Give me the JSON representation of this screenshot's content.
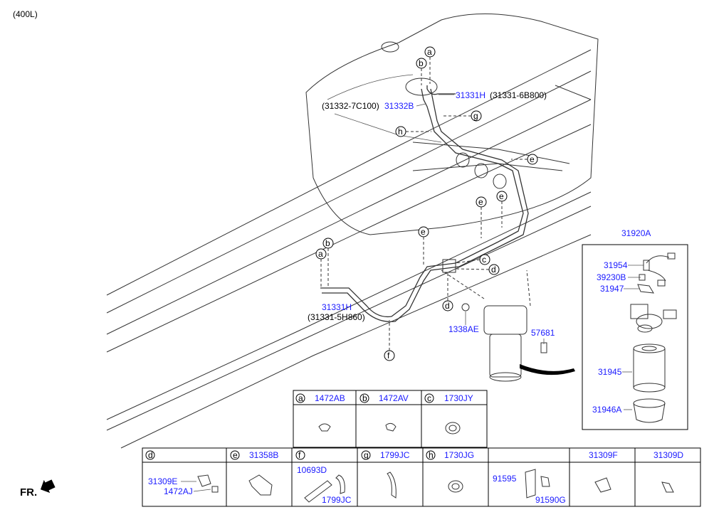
{
  "header": {
    "variant": "(400L)"
  },
  "pipes": [
    {
      "part_no": "31331H",
      "ref_no": "(31331-6B800)"
    },
    {
      "part_no": "31332B",
      "ref_no": "(31332-7C100)"
    },
    {
      "part_no": "31331H",
      "ref_no": "(31331-5H860)"
    }
  ],
  "assembly": {
    "title": "31920A",
    "parts": [
      "31954",
      "39230B",
      "31947",
      "31945",
      "31946A"
    ]
  },
  "filter_labels": {
    "bolt": "1338AE",
    "nut": "57681"
  },
  "markers": {
    "a": "a",
    "b": "b",
    "c": "c",
    "d": "d",
    "e": "e",
    "f": "f",
    "g": "g",
    "h": "h"
  },
  "legend_top": [
    {
      "letter": "a",
      "part": "1472AB"
    },
    {
      "letter": "b",
      "part": "1472AV"
    },
    {
      "letter": "c",
      "part": "1730JY"
    }
  ],
  "legend_bottom": {
    "d": {
      "letter": "d",
      "parts": [
        "31309E",
        "1472AJ"
      ]
    },
    "e": {
      "letter": "e",
      "part": "31358B"
    },
    "f": {
      "letter": "f",
      "parts": [
        "10693D",
        "1799JC"
      ]
    },
    "g": {
      "letter": "g",
      "part": "1799JC"
    },
    "h": {
      "letter": "h",
      "part": "1730JG"
    },
    "misc": {
      "parts": [
        "91595",
        "91590G"
      ]
    },
    "col7": {
      "part": "31309F"
    },
    "col8": {
      "part": "31309D"
    }
  },
  "footer": {
    "fr_label": "FR."
  },
  "colors": {
    "part_blue": "#1a1aff",
    "line": "#333333"
  }
}
